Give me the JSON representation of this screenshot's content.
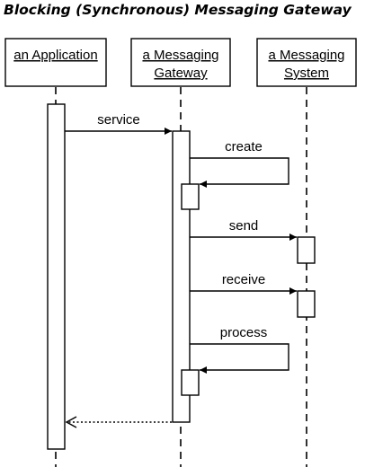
{
  "title": "Blocking (Synchronous) Messaging Gateway",
  "participants": [
    {
      "id": "app",
      "line1": "an Application",
      "line2": ""
    },
    {
      "id": "gateway",
      "line1": "a Messaging",
      "line2": "Gateway"
    },
    {
      "id": "system",
      "line1": "a Messaging",
      "line2": "System"
    }
  ],
  "messages": [
    {
      "id": "service",
      "label": "service",
      "from": "app",
      "to": "gateway",
      "kind": "call"
    },
    {
      "id": "create",
      "label": "create",
      "from": "gateway",
      "to": "gateway",
      "kind": "self"
    },
    {
      "id": "send",
      "label": "send",
      "from": "gateway",
      "to": "system",
      "kind": "call"
    },
    {
      "id": "receive",
      "label": "receive",
      "from": "gateway",
      "to": "system",
      "kind": "call"
    },
    {
      "id": "process",
      "label": "process",
      "from": "gateway",
      "to": "gateway",
      "kind": "self"
    },
    {
      "id": "return",
      "label": "",
      "from": "gateway",
      "to": "app",
      "kind": "return"
    }
  ]
}
